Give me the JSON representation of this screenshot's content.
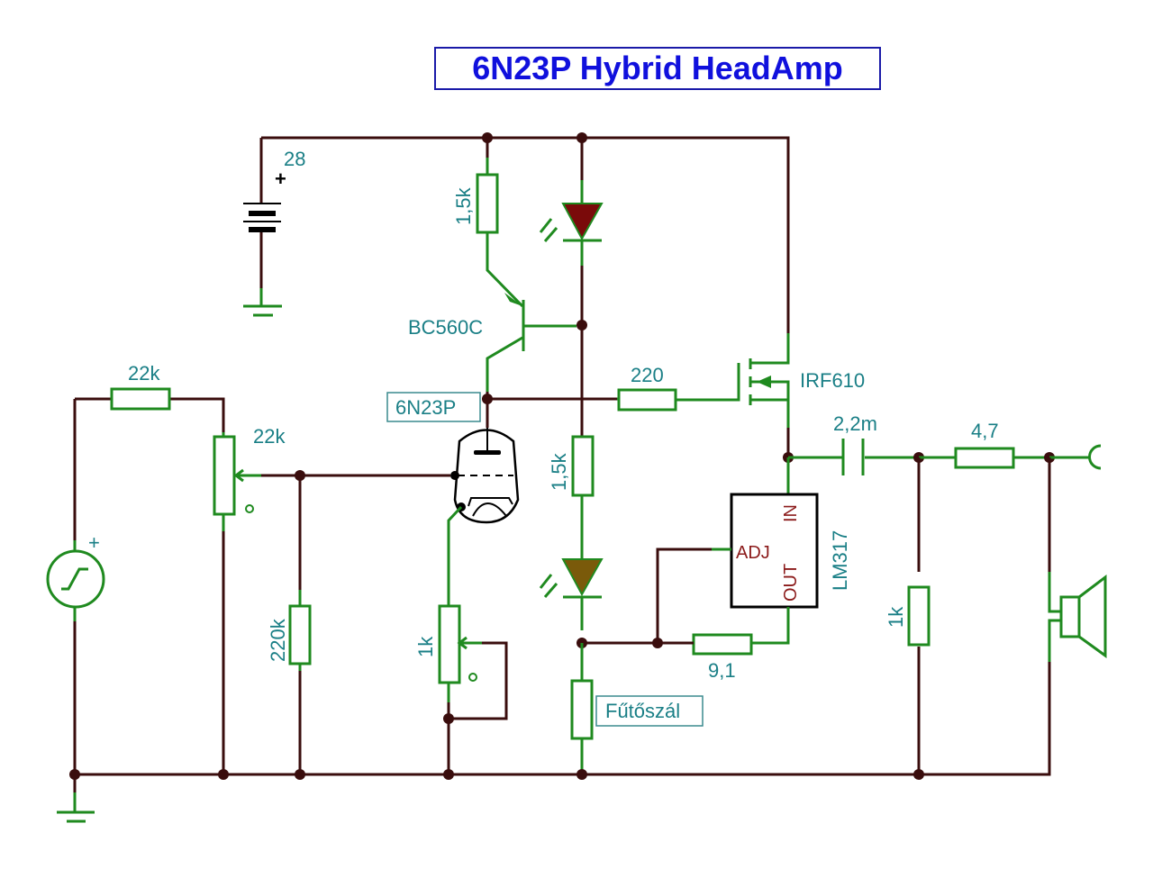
{
  "title": "6N23P Hybrid HeadAmp",
  "colors": {
    "title": "#1010dd",
    "wire": "#3a0d0d",
    "component": "#1f8a1f",
    "label": "#1a7f86",
    "pin_label": "#8b1a1a",
    "led_top": "#7a0a0a",
    "led_bottom": "#7a5a0a"
  },
  "labels": {
    "supply_voltage": "28",
    "battery_plus": "+",
    "r_collector": "1,5k",
    "transistor": "BC560C",
    "tube": "6N23P",
    "r_gate": "220",
    "mosfet": "IRF610",
    "r_input": "22k",
    "pot_volume": "22k",
    "r_grid": "220k",
    "pot_cathode": "1k",
    "r_led_string": "1,5k",
    "cap_output": "2,2m",
    "r_series_out": "4,7",
    "r_load": "1k",
    "regulator": "LM317",
    "pin_in": "IN",
    "pin_adj": "ADJ",
    "pin_out": "OUT",
    "r_set": "9,1",
    "heater": "Fűtőszál",
    "source_plus": "+"
  },
  "icons": [
    "battery-icon",
    "ground-icon",
    "resistor-icon",
    "potentiometer-icon",
    "led-icon",
    "pnp-transistor-icon",
    "triode-tube-icon",
    "nmos-mosfet-icon",
    "capacitor-icon",
    "signal-source-icon",
    "speaker-icon",
    "headphone-jack-icon",
    "regulator-ic-icon"
  ]
}
